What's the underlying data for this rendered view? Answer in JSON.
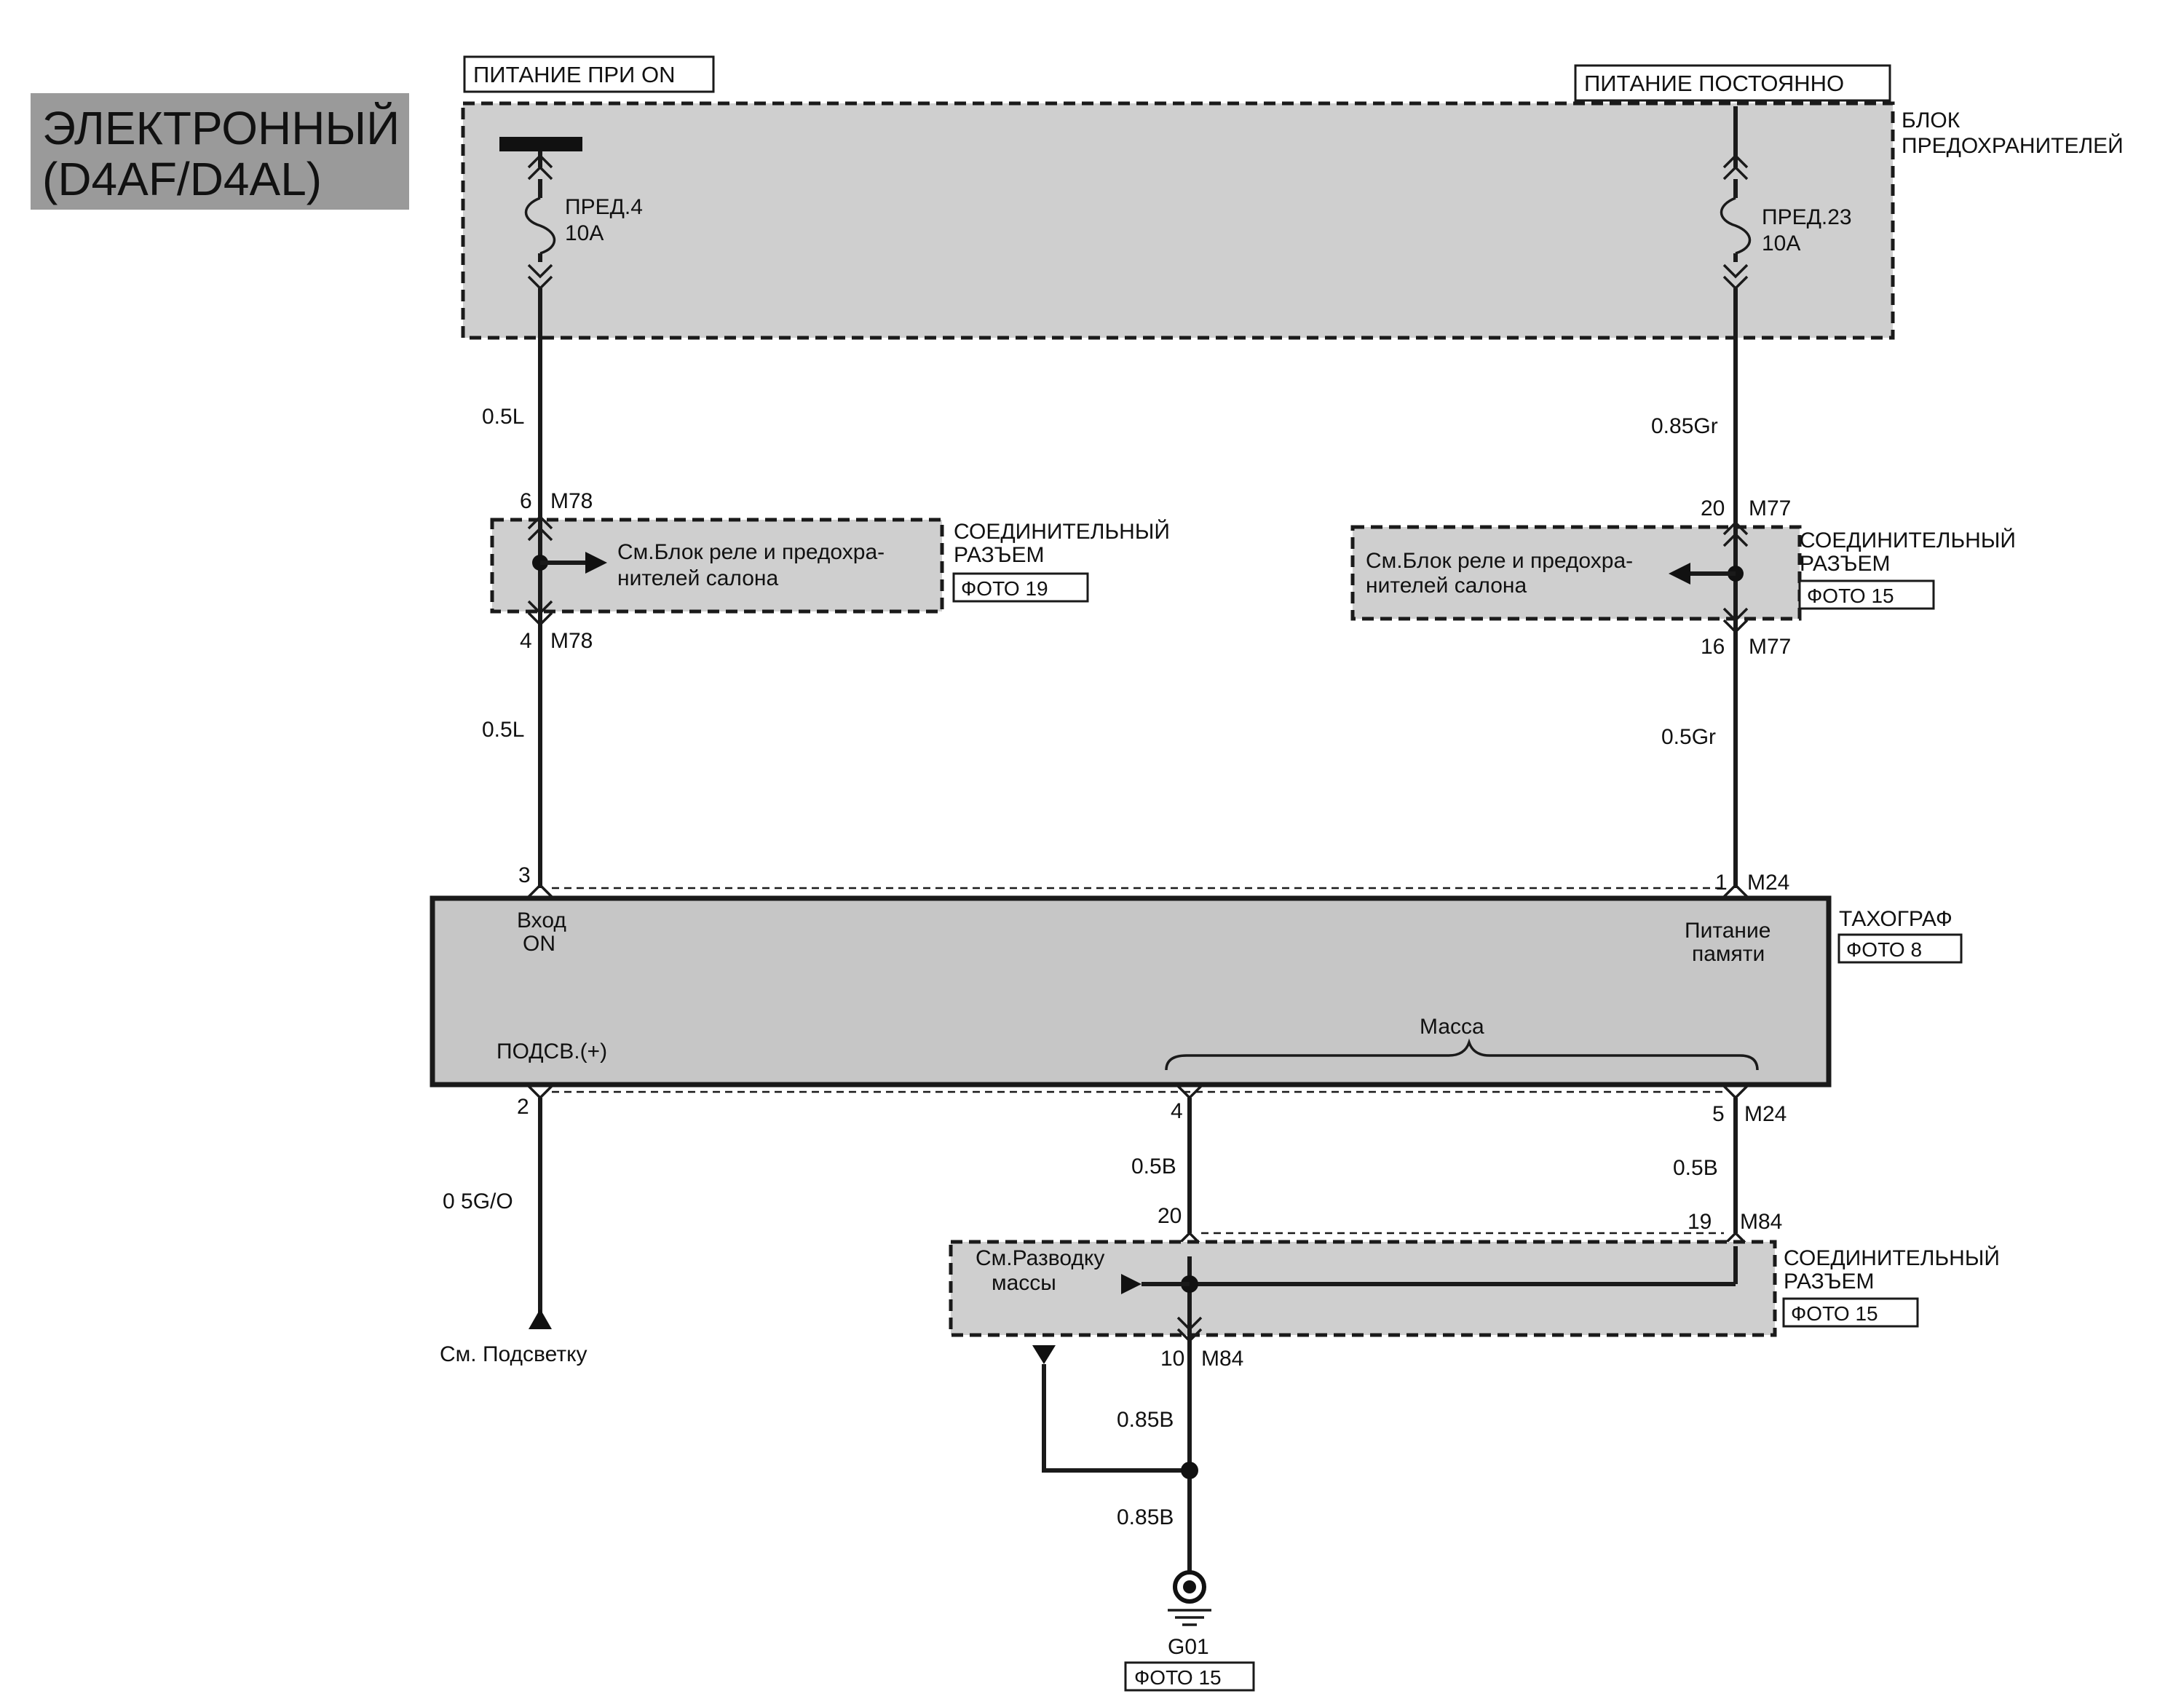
{
  "title": {
    "line1": "ЭЛЕКТРОННЫЙ",
    "line2": "(D4AF/D4AL)"
  },
  "power": {
    "ign_on": "ПИТАНИЕ ПРИ ON",
    "constant": "ПИТАНИЕ ПОСТОЯННО",
    "fuse_block_line1": "БЛОК",
    "fuse_block_line2": "ПРЕДОХРАНИТЕЛЕЙ"
  },
  "fuses": {
    "left": {
      "name": "ПРЕД.4",
      "rating": "10A"
    },
    "right": {
      "name": "ПРЕД.23",
      "rating": "10A"
    }
  },
  "wires": {
    "left_top": "0.5L",
    "left_mid": "0.5L",
    "right_top": "0.85Gr",
    "right_mid": "0.5Gr",
    "left_bottom": "0 5G/O",
    "mid_bottom": "0.5B",
    "right_bottom": "0.5B",
    "ground_1": "0.85B",
    "ground_2": "0.85B"
  },
  "connectors": {
    "left_top": {
      "pin": "6",
      "name": "M78"
    },
    "left_bottom": {
      "pin": "4",
      "name": "M78"
    },
    "right_top": {
      "pin": "20",
      "name": "M77"
    },
    "right_bottom": {
      "pin": "16",
      "name": "M77"
    },
    "tacho_in_left": {
      "pin": "3"
    },
    "tacho_in_right": {
      "pin": "1",
      "name": "M24"
    },
    "tacho_out_left": {
      "pin": "2"
    },
    "tacho_out_mid": {
      "pin": "4"
    },
    "tacho_out_right": {
      "pin": "5",
      "name": "M24"
    },
    "joint_in_left": {
      "pin": "20"
    },
    "joint_in_right": {
      "pin": "19",
      "name": "M84"
    },
    "joint_out": {
      "pin": "10",
      "name": "M84"
    }
  },
  "joints": {
    "left": {
      "ref_line1": "См.Блок реле и предохра-",
      "ref_line2": "нителей салона",
      "title_line1": "СОЕДИНИТЕЛЬНЫЙ",
      "title_line2": "РАЗЪЕМ",
      "photo": "ФОТО 19"
    },
    "right": {
      "ref_line1": "См.Блок реле и предохра-",
      "ref_line2": "нителей салона",
      "title_line1": "СОЕДИНИТЕЛЬНЫЙ",
      "title_line2": "РАЗЪЕМ",
      "photo": "ФОТО 15"
    },
    "bottom": {
      "ref_line1": "См.Разводку",
      "ref_line2": "массы",
      "title_line1": "СОЕДИНИТЕЛЬНЫЙ",
      "title_line2": "РАЗЪЕМ",
      "photo": "ФОТО 15"
    }
  },
  "tachograph": {
    "name": "ТАХОГРАФ",
    "photo": "ФОТО 8",
    "input_on_line1": "Вход",
    "input_on_line2": "ON",
    "memory_line1": "Питание",
    "memory_line2": "памяти",
    "illum": "ПОДСВ.(+)",
    "ground": "Масса"
  },
  "illumination_ref": "См. Подсветку",
  "ground_point": {
    "name": "G01",
    "photo": "ФОТО 15"
  }
}
